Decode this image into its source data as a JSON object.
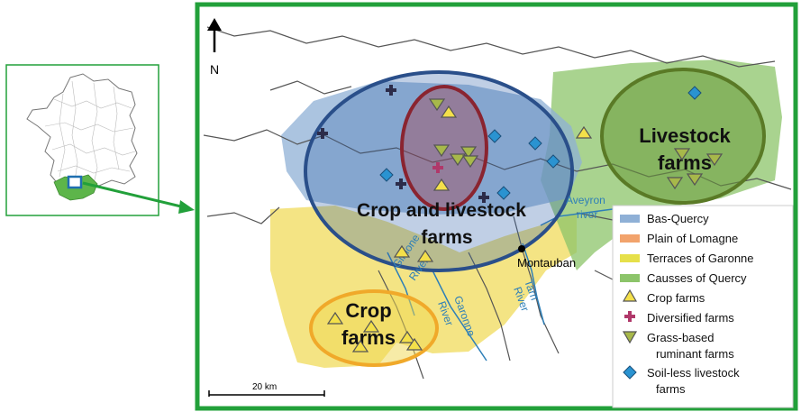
{
  "north_label": "N",
  "scale_label": "20 km",
  "city": {
    "name": "Montauban"
  },
  "rivers": {
    "aveyron": [
      "Aveyron",
      "river"
    ],
    "tarn": [
      "Tarn",
      "River"
    ],
    "garonne": [
      "Garonne",
      "River"
    ],
    "gimone": [
      "Gimone",
      "River"
    ]
  },
  "zones": {
    "crop_livestock": [
      "Crop and livestock",
      "farms"
    ],
    "livestock": [
      "Livestock",
      "farms"
    ],
    "crop": [
      "Crop",
      "farms"
    ]
  },
  "legend": {
    "regions": [
      {
        "label": "Bas-Quercy",
        "color": "#8fb0d6"
      },
      {
        "label": "Plain of Lomagne",
        "color": "#f2a36c"
      },
      {
        "label": "Terraces of Garonne",
        "color": "#e6e04a"
      },
      {
        "label": "Causses of Quercy",
        "color": "#8cc46a"
      }
    ],
    "farm_types": [
      {
        "label": "Crop farms",
        "icon": "triangle-up-icon"
      },
      {
        "label": "Diversified farms",
        "icon": "cross-icon"
      },
      {
        "label": "Grass-based",
        "label2": "ruminant farms",
        "icon": "triangle-down-icon"
      },
      {
        "label": "Soil-less livestock",
        "label2": "farms",
        "icon": "diamond-icon"
      }
    ]
  },
  "colors": {
    "frame": "#22a03a",
    "crop_tri_fill": "#f4e04a",
    "grass_tri_fill": "#a7b84a",
    "diamond_fill": "#2a93d1",
    "cross": "#2c2c4a",
    "cross_diversified": "#b0386a"
  }
}
